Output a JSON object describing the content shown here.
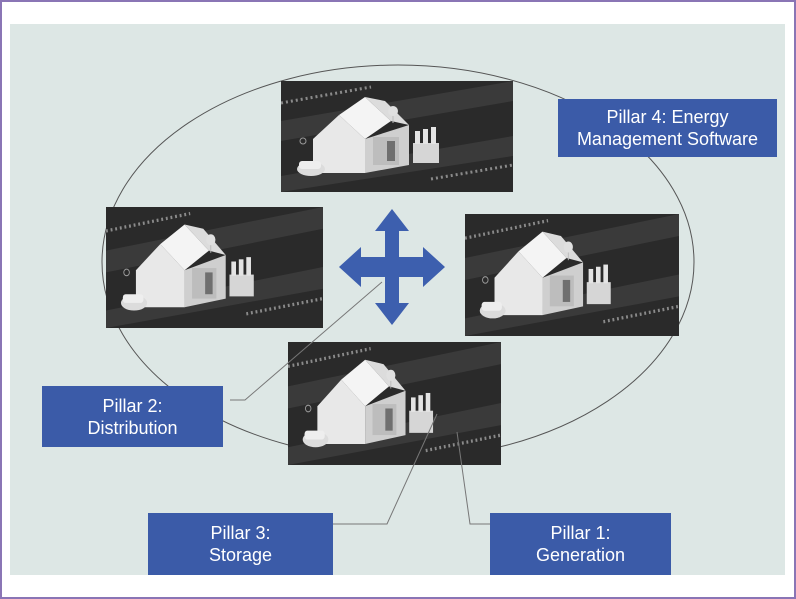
{
  "colors": {
    "frame_border": "#8a75b5",
    "panel_bg": "#dde7e5",
    "label_bg": "#3b5ba8",
    "label_text": "#ffffff",
    "arrow": "#3d5fae",
    "tile_bg": "#2c2c2c",
    "orbit_line": "#555555"
  },
  "tiles": [
    {
      "id": "top",
      "icon": "smart-home-icon"
    },
    {
      "id": "left",
      "icon": "smart-home-icon"
    },
    {
      "id": "right",
      "icon": "smart-home-icon"
    },
    {
      "id": "bottom",
      "icon": "smart-home-icon"
    }
  ],
  "center_icon": "four-way-arrow-icon",
  "pillars": {
    "p4": {
      "line1": "Pillar 4: Energy",
      "line2": "Management Software"
    },
    "p2": {
      "line1": "Pillar 2:",
      "line2": "Distribution"
    },
    "p3": {
      "line1": "Pillar 3:",
      "line2": "Storage"
    },
    "p1": {
      "line1": "Pillar 1:",
      "line2": "Generation"
    }
  }
}
